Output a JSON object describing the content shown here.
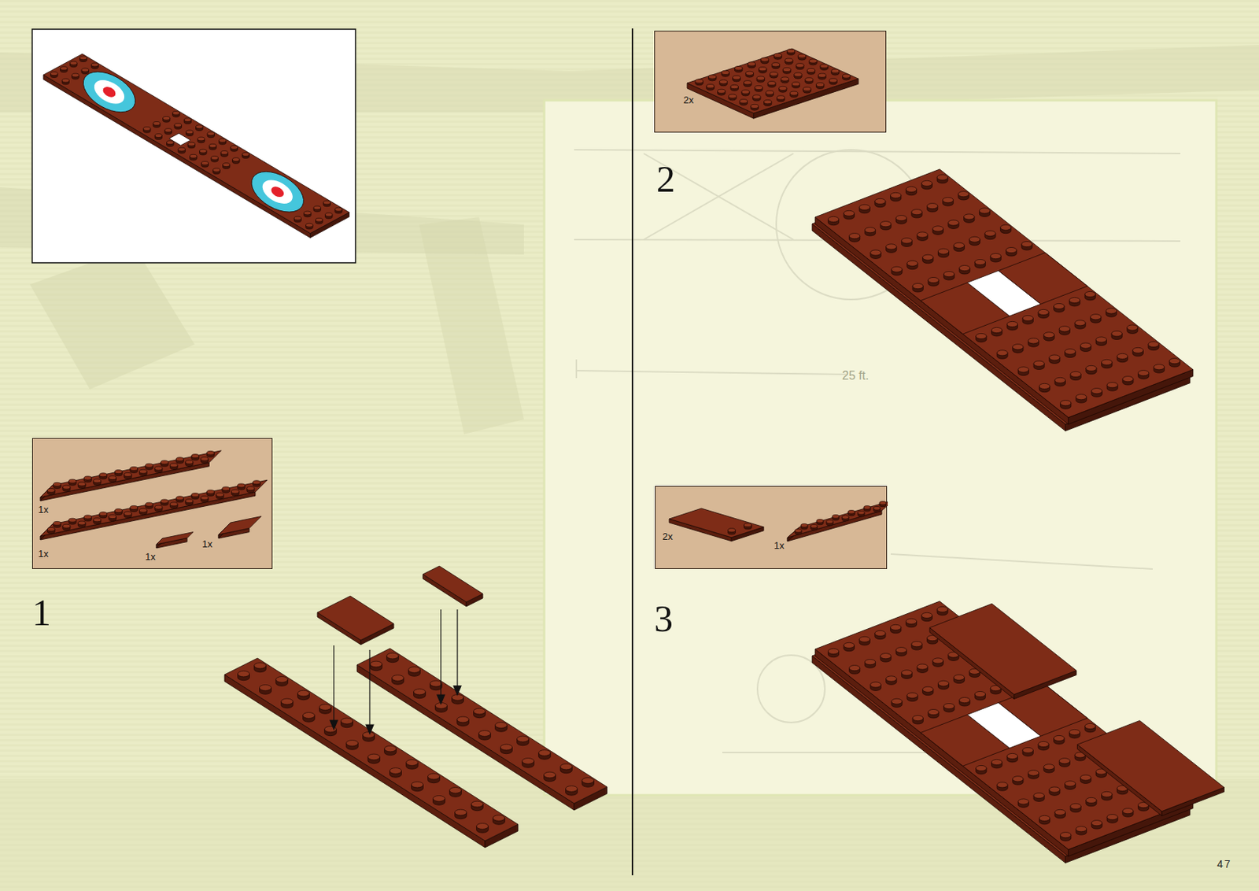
{
  "diagram": {
    "nodes": [
      {
        "text": [
          "1x",
          "1x",
          "1x",
          "1x"
        ]
      },
      {
        "text": [
          "2x"
        ]
      },
      {
        "text": [
          "2x",
          "1x"
        ]
      }
    ],
    "labels": [
      "1",
      "2",
      "3",
      "25 ft.",
      "47"
    ]
  }
}
